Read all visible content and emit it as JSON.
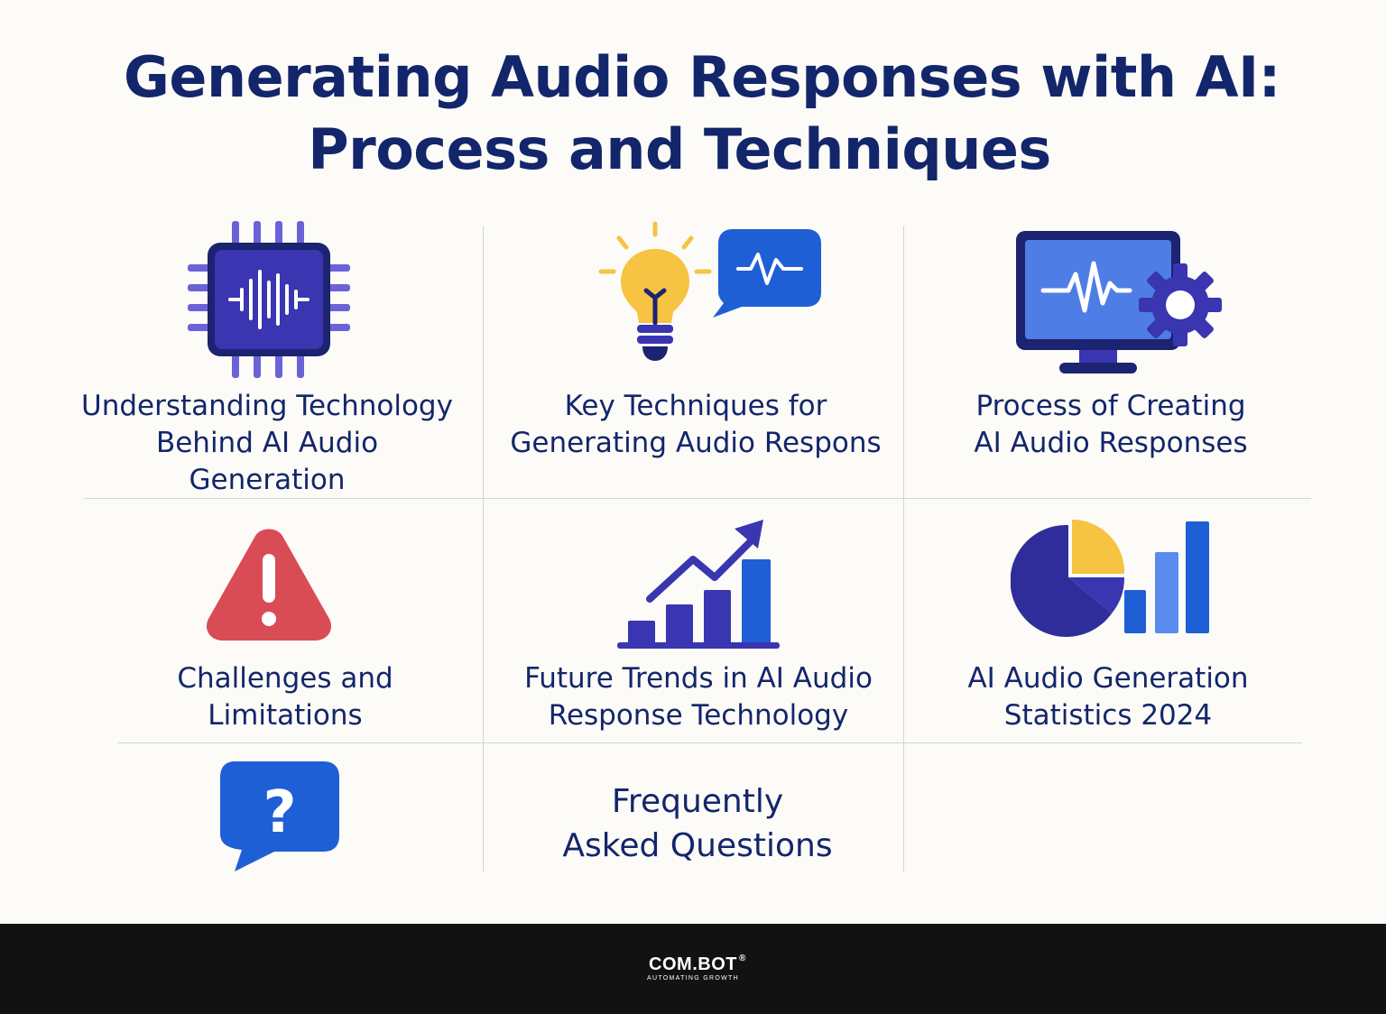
{
  "title": {
    "line1": "Generating Audio Responses with AI:",
    "line2": "Process and Techniques"
  },
  "cards": [
    {
      "icon": "ai-chip-soundwave-icon",
      "lines": [
        "Understanding Technology",
        "Behind AI Audio",
        "Generation"
      ]
    },
    {
      "icon": "lightbulb-speech-bubble-icon",
      "lines": [
        "Key Techniques for",
        "Generating Audio Respons"
      ]
    },
    {
      "icon": "monitor-waveform-gear-icon",
      "lines": [
        "Process of Creating",
        "AI Audio Responses"
      ]
    },
    {
      "icon": "warning-triangle-icon",
      "lines": [
        "Challenges and",
        "Limitations"
      ]
    },
    {
      "icon": "trend-bar-chart-icon",
      "lines": [
        "Future Trends in AI Audio",
        "Response Technology"
      ]
    },
    {
      "icon": "pie-bar-statistics-icon",
      "lines": [
        "AI Audio Generation",
        "Statistics 2024"
      ]
    },
    {
      "icon": "question-speech-bubble-icon",
      "lines": [
        "Frequently",
        "Asked Questions"
      ]
    }
  ],
  "footer": {
    "brand": "COM.BOT",
    "registered": "®",
    "tagline": "AUTOMATING GROWTH"
  },
  "colors": {
    "navy": "#13266b",
    "indigo": "#3234a6",
    "blue": "#1f5fd6",
    "yellow": "#f6c342",
    "red": "#d94c55",
    "footer_bg": "#121212"
  }
}
